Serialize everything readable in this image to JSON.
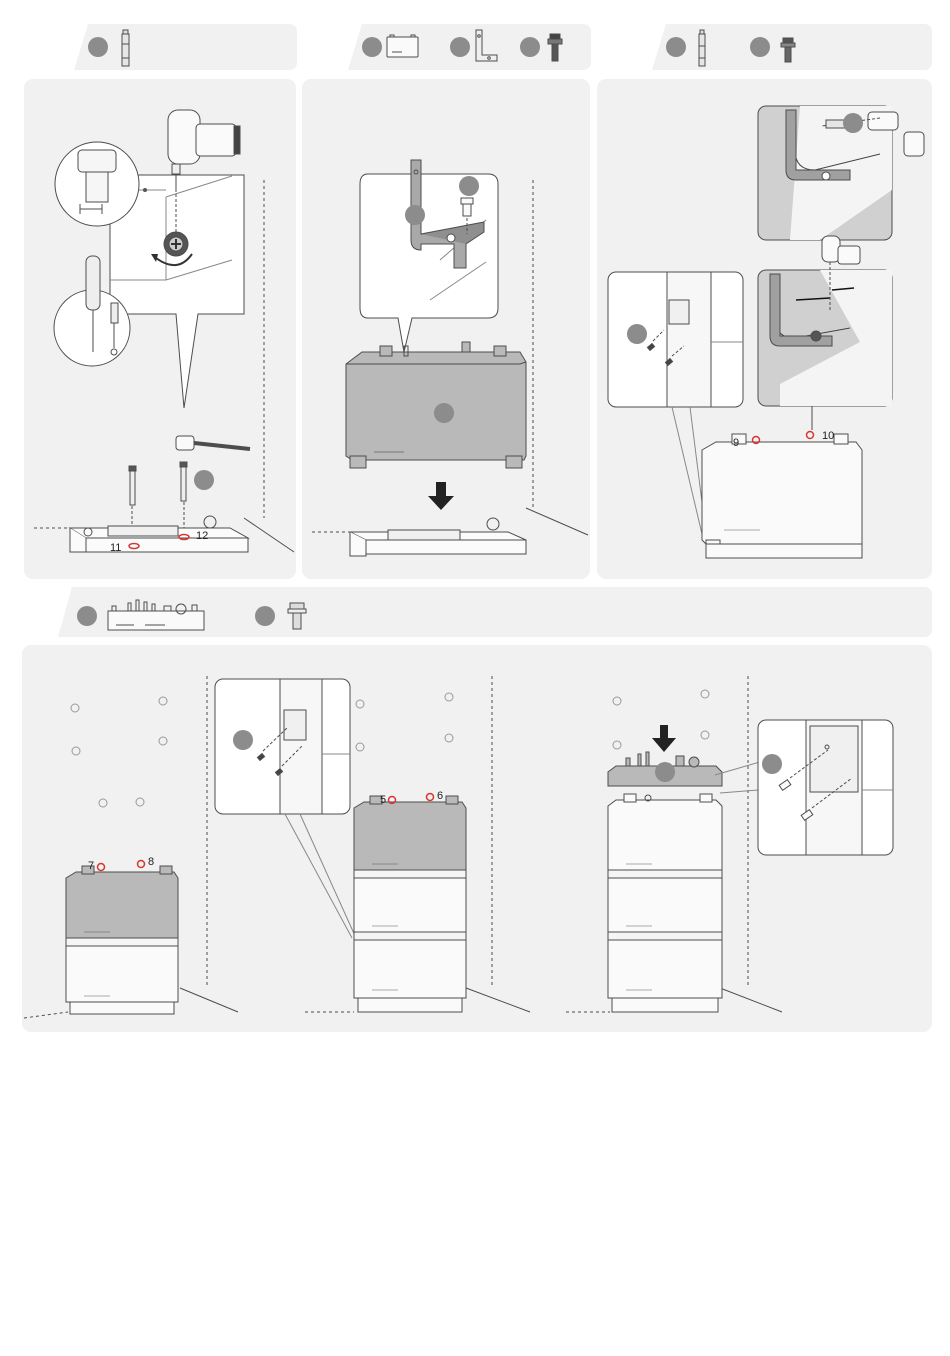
{
  "colors": {
    "panel": "#f1f1f1",
    "badge": "#8c8c8c",
    "line": "#4d4d4d",
    "highlight": "#d8352f",
    "module_dark": "#b9b9b9",
    "module_light": "#f8f8f8"
  },
  "step1": {
    "callouts": [
      {
        "label": "11"
      },
      {
        "label": "12"
      }
    ],
    "icons": [
      "expansion-bolt-icon",
      "torque-drill-icon",
      "socket-icon",
      "screwdriver-icon",
      "hammer-icon"
    ]
  },
  "step2": {
    "icons": [
      "battery-module-icon",
      "l-bracket-icon",
      "flange-screw-icon",
      "down-arrow-icon"
    ]
  },
  "step3": {
    "callouts": [
      {
        "label": "9"
      },
      {
        "label": "10"
      }
    ],
    "icons": [
      "expansion-bolt-icon",
      "flange-screw-icon",
      "cordless-drill-icon"
    ]
  },
  "step4": {
    "callouts": [
      {
        "label": "7"
      },
      {
        "label": "8"
      },
      {
        "label": "5"
      },
      {
        "label": "6"
      }
    ],
    "icons": [
      "control-box-icon",
      "flange-screw-icon",
      "down-arrow-icon"
    ]
  }
}
